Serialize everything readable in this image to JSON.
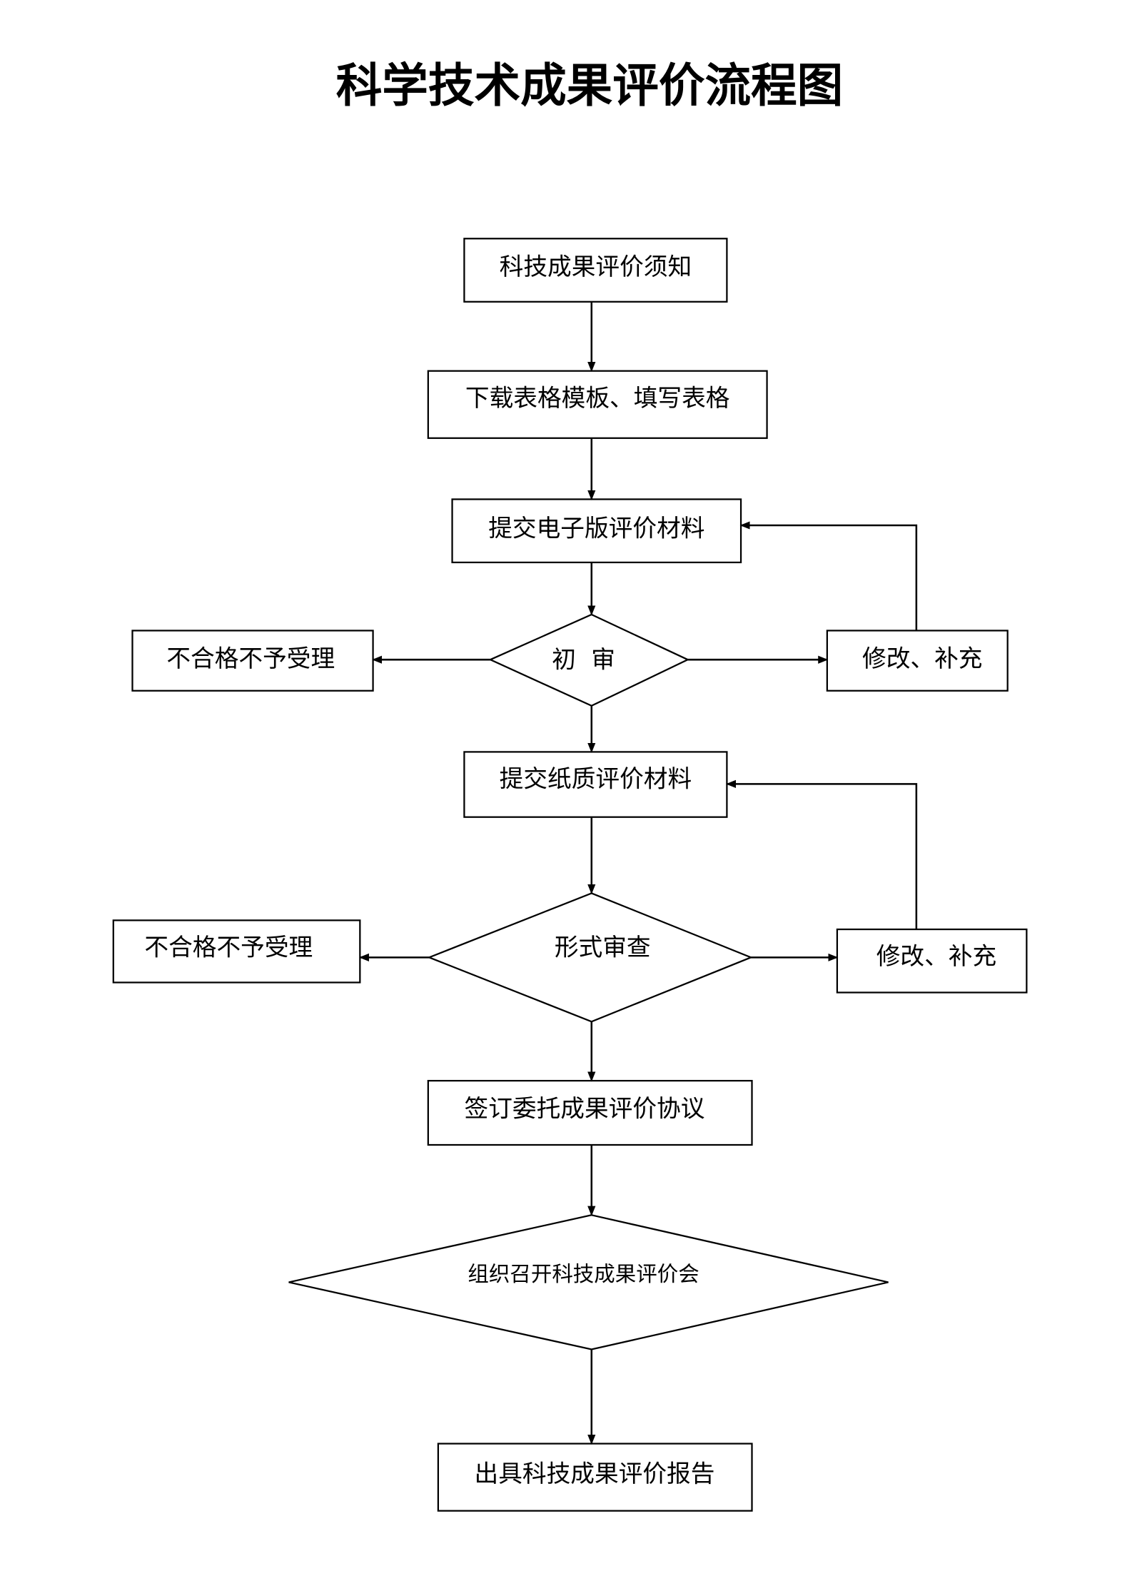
{
  "title": "科学技术成果评价流程图",
  "nodes": {
    "notice": "科技成果评价须知",
    "download": "下载表格模板、填写表格",
    "submit_electronic": "提交电子版评价材料",
    "reject_1": "不合格不予受理",
    "initial_review": "初  审",
    "revise_1": "修改、补充",
    "submit_paper": "提交纸质评价材料",
    "reject_2": "不合格不予受理",
    "formal_review": "形式审查",
    "revise_2": "修改、补充",
    "sign_agreement": "签订委托成果评价协议",
    "hold_meeting": "组织召开科技成果评价会",
    "issue_report": "出具科技成果评价报告"
  }
}
